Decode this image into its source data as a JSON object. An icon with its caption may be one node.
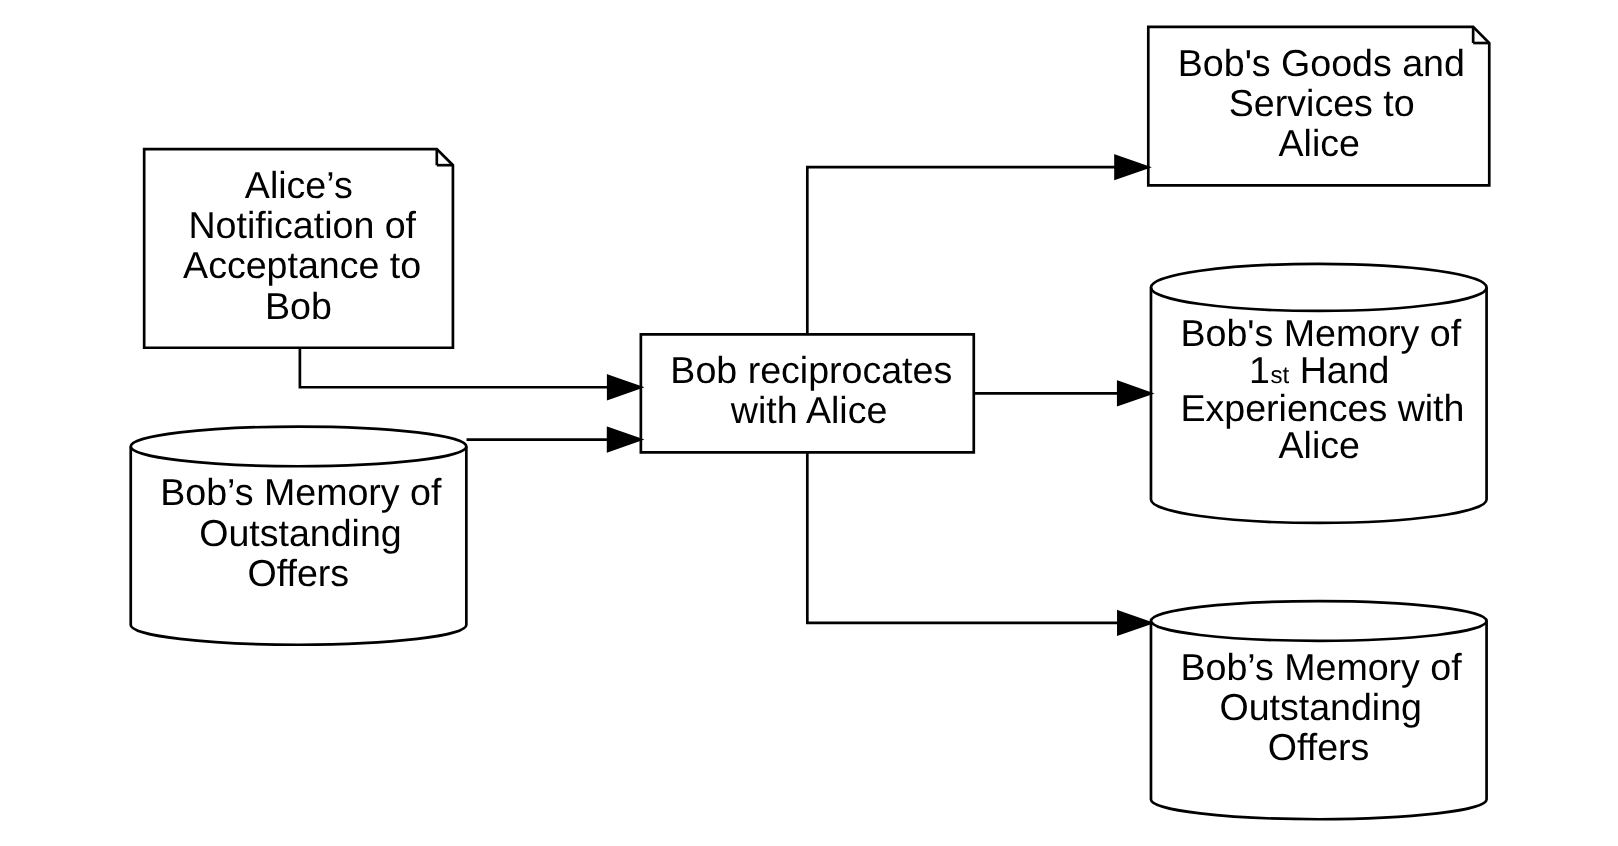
{
  "diagram": {
    "nodes": [
      {
        "text": [
          "Alice’s Notification of Acceptance to Bob"
        ]
      },
      {
        "text": [
          "Bob’s Memory of Outstanding Offers"
        ]
      },
      {
        "text": [
          "Bob reciprocates with Alice"
        ]
      },
      {
        "text": [
          "Bob's Goods and Services to Alice"
        ]
      },
      {
        "text": [
          "Bob's Memory of 1$^{st}$ Hand Experiences with Alice"
        ]
      },
      {
        "text": [
          "Bob’s Memory of Outstanding Offers"
        ]
      }
    ],
    "edges": [
      {
        "from": 0,
        "to": 2,
        "arrow": "to"
      },
      {
        "from": 1,
        "to": 2,
        "arrow": "to"
      },
      {
        "from": 2,
        "to": 3,
        "arrow": "to"
      },
      {
        "from": 2,
        "to": 4,
        "arrow": "to"
      },
      {
        "from": 2,
        "to": 5,
        "arrow": "to"
      }
    ]
  }
}
